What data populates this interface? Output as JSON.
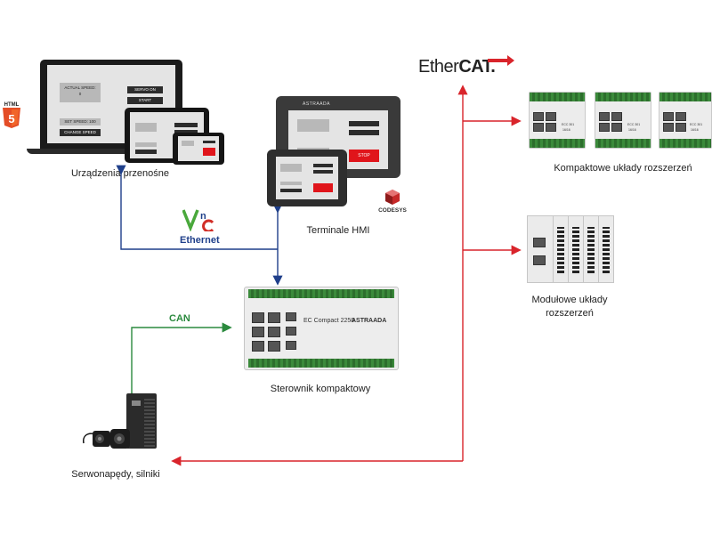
{
  "labels": {
    "portable": "Urządzenia przenośne",
    "hmi": "Terminale HMI",
    "compact_ext": "Kompaktowe układy rozszerzeń",
    "modular_ext_line1": "Modułowe układy",
    "modular_ext_line2": "rozszerzeń",
    "controller": "Sterownik kompaktowy",
    "servo": "Serwonapędy, silniki"
  },
  "connections": {
    "ethernet": "Ethernet",
    "can": "CAN",
    "ethercat_prefix": "Ether",
    "ethercat_suffix": "CAT."
  },
  "logos": {
    "html5_text": "HTML",
    "html5_num": "5",
    "vnc": "VNC",
    "codesys": "CODESYS",
    "brand": "ASTRAADA"
  },
  "screen_ui": {
    "actual_speed": "ACTUAL SPEED:",
    "actual_value": "0",
    "servo_on": "SERVO ON",
    "start": "START",
    "set_speed": "SET SPEED: 100",
    "change_speed": "CHANGE SPEED",
    "stop": "STOP"
  },
  "controller_model": "EC Compact 2250",
  "module_model": "ECC 301",
  "module_io": "16/16",
  "colors": {
    "ethernet": "#1f3f8a",
    "can": "#2b8a3e",
    "ethercat": "#d9242b",
    "html5": "#e44d26",
    "vnc_v": "#49a83b",
    "vnc_c": "#d12e27"
  }
}
